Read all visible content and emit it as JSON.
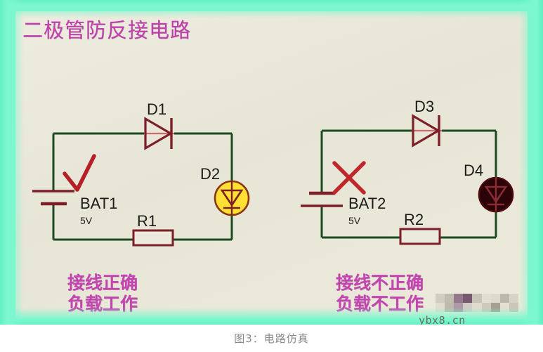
{
  "title": "二极管防反接电路",
  "caption": "图3：电路仿真",
  "watermark": "ybx8.cn",
  "colors": {
    "frame": "#78f5cb",
    "canvas": "#e9e7d9",
    "title_text": "#c23fb0",
    "conclusion_text": "#c445b2",
    "wire": "#1e4a21",
    "component": "#7c1f28",
    "led_on_fill": "#ffe033",
    "led_off_fill": "#2a0408",
    "mark_ok": "#b52027",
    "mark_bad": "#c0272d",
    "caption_text": "#8a8a8a"
  },
  "circuits": [
    {
      "id": "left-circuit",
      "status": "ok",
      "mark": "check",
      "diode": {
        "ref": "D1"
      },
      "battery": {
        "ref": "BAT1",
        "value": "5V",
        "polarity": "correct"
      },
      "resistor": {
        "ref": "R1"
      },
      "led": {
        "ref": "D2",
        "state": "on"
      },
      "conclusion_lines": [
        "接线正确",
        "负载工作"
      ]
    },
    {
      "id": "right-circuit",
      "status": "bad",
      "mark": "cross",
      "diode": {
        "ref": "D3"
      },
      "battery": {
        "ref": "BAT2",
        "value": "5V",
        "polarity": "reversed"
      },
      "resistor": {
        "ref": "R2"
      },
      "led": {
        "ref": "D4",
        "state": "off"
      },
      "conclusion_lines": [
        "接线不正确",
        "负载不工作"
      ]
    }
  ]
}
